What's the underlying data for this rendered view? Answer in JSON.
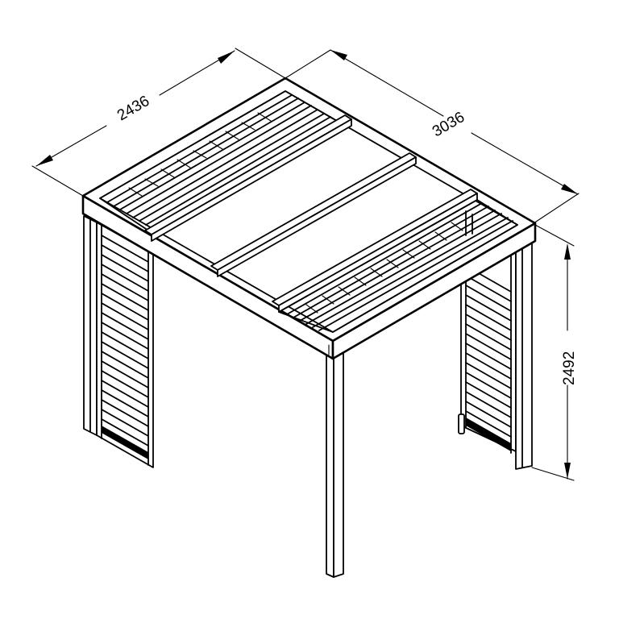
{
  "diagram": {
    "subject": "Pergola with louvred roof sections and louvred side panels",
    "view": "isometric line drawing",
    "stroke_color": "#000000",
    "background_color": "#ffffff"
  },
  "dimensions": {
    "width": {
      "label": "2436",
      "unit": "mm",
      "orientation": "left-back edge"
    },
    "depth": {
      "label": "3036",
      "unit": "mm",
      "orientation": "right-back edge"
    },
    "height": {
      "label": "2492",
      "unit": "mm",
      "orientation": "vertical"
    }
  },
  "components": {
    "roof_frame": {
      "count": 1
    },
    "roof_beams": {
      "count": 3
    },
    "roof_louvre_sections": {
      "count": 2
    },
    "side_louvre_panels": {
      "count": 2
    },
    "posts_visible": {
      "count": 3
    }
  }
}
